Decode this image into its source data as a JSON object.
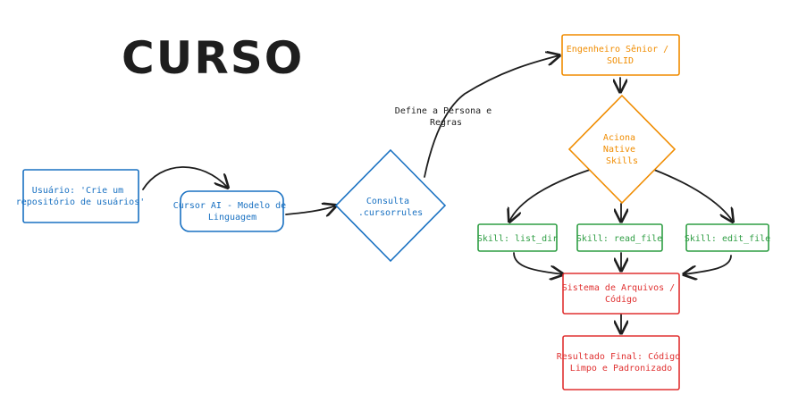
{
  "title": "CURSO",
  "nodes": {
    "user": [
      "Usuário: 'Crie um",
      "repositório de usuários'"
    ],
    "cursor_ai": [
      "Cursor AI - Modelo de",
      "Linguagem"
    ],
    "consulta": [
      "Consulta",
      ".cursorrules"
    ],
    "engenheiro": [
      "Engenheiro Sênior /",
      "SOLID"
    ],
    "aciona": [
      "Aciona",
      "Native",
      "Skills"
    ],
    "skill_list": [
      "Skill: list_dir"
    ],
    "skill_read": [
      "Skill: read_file"
    ],
    "skill_edit": [
      "Skill: edit_file"
    ],
    "sistema": [
      "Sistema de Arquivos /",
      "Código"
    ],
    "resultado": [
      "Resultado Final: Código",
      "Limpo e Padronizado"
    ]
  },
  "edge_labels": {
    "persona": [
      "Define a Persona e",
      "Regras"
    ]
  },
  "colors": {
    "blue": "#1971c2",
    "orange": "#f08c00",
    "green": "#2f9e44",
    "red": "#e03131",
    "ink": "#1e1e1e"
  }
}
